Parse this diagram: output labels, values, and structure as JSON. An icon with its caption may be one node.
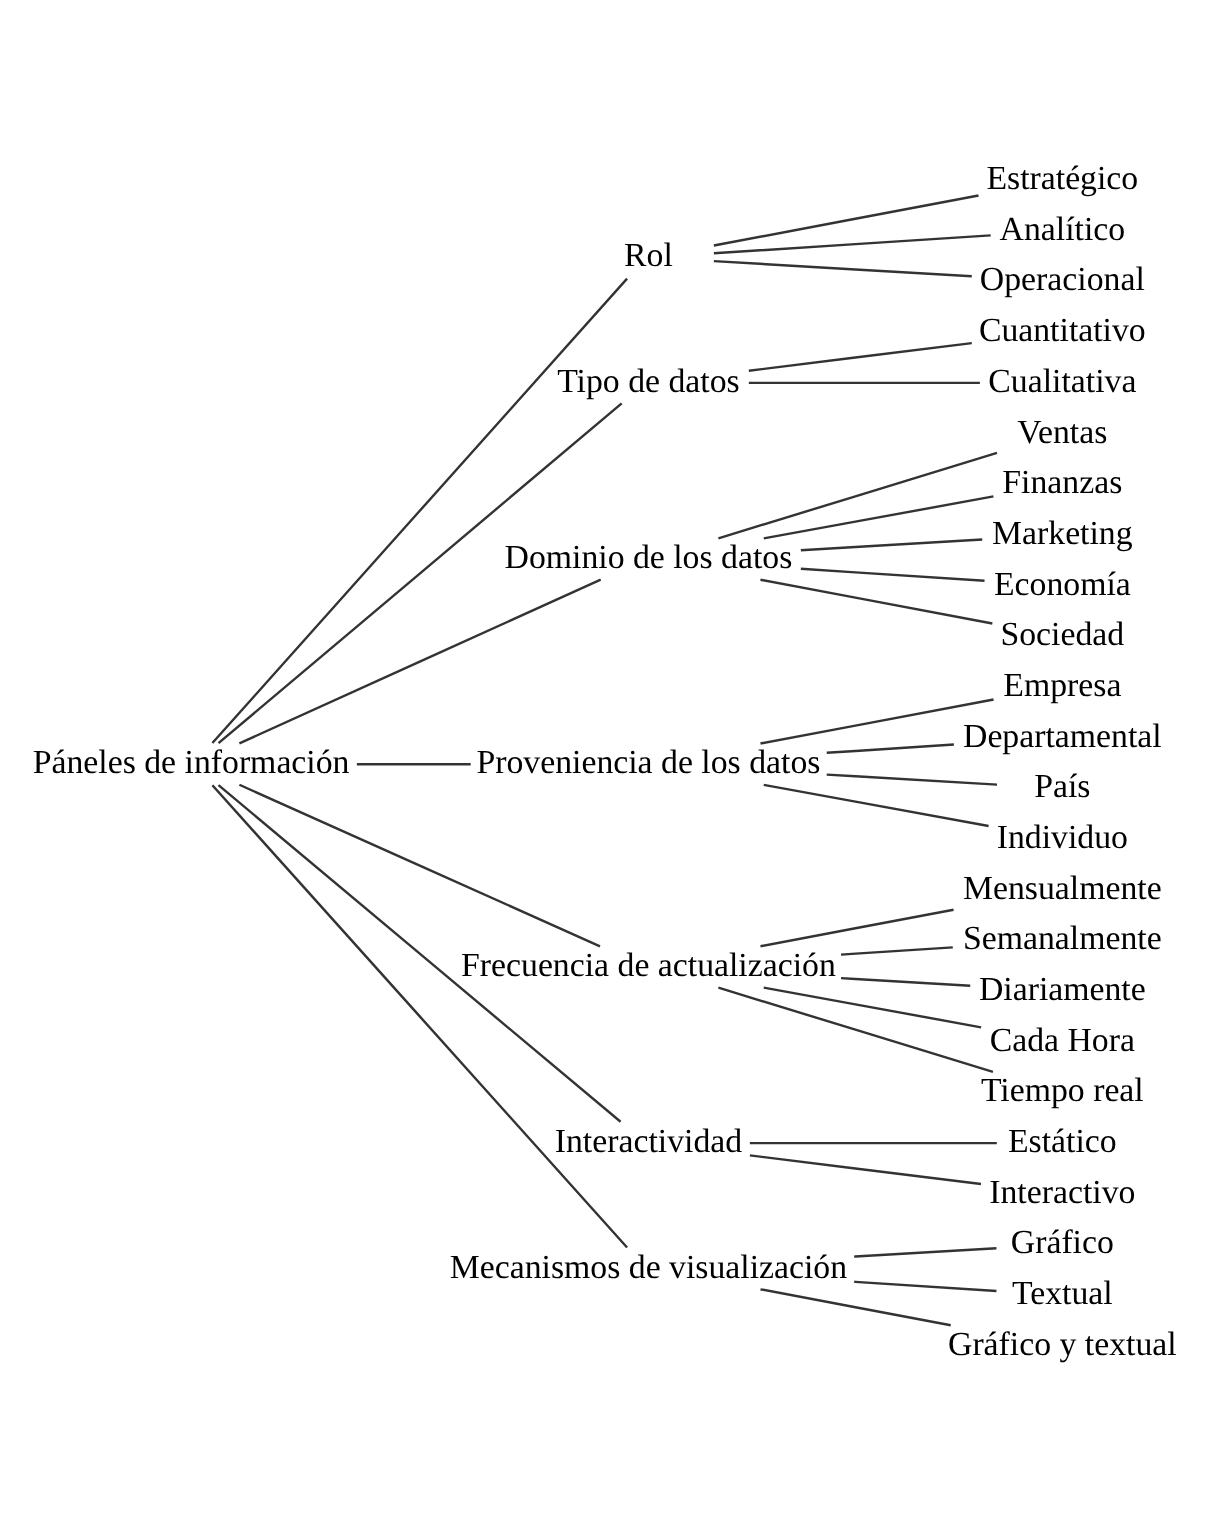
{
  "diagram": {
    "nodes": [
      {
        "text": [
          "Páneles de información"
        ]
      },
      {
        "text": [
          "Rol"
        ]
      },
      {
        "text": [
          "Estratégico"
        ]
      },
      {
        "text": [
          "Analítico"
        ]
      },
      {
        "text": [
          "Operacional"
        ]
      },
      {
        "text": [
          "Tipo de datos"
        ]
      },
      {
        "text": [
          "Cuantitativo"
        ]
      },
      {
        "text": [
          "Cualitativa"
        ]
      },
      {
        "text": [
          "Dominio de los datos"
        ]
      },
      {
        "text": [
          "Ventas"
        ]
      },
      {
        "text": [
          "Finanzas"
        ]
      },
      {
        "text": [
          "Marketing"
        ]
      },
      {
        "text": [
          "Economía"
        ]
      },
      {
        "text": [
          "Sociedad"
        ]
      },
      {
        "text": [
          "Proveniencia de los datos"
        ]
      },
      {
        "text": [
          "Empresa"
        ]
      },
      {
        "text": [
          "Departamental"
        ]
      },
      {
        "text": [
          "País"
        ]
      },
      {
        "text": [
          "Individuo"
        ]
      },
      {
        "text": [
          "Frecuencia de actualización"
        ]
      },
      {
        "text": [
          "Mensualmente"
        ]
      },
      {
        "text": [
          "Semanalmente"
        ]
      },
      {
        "text": [
          "Diariamente"
        ]
      },
      {
        "text": [
          "Cada Hora"
        ]
      },
      {
        "text": [
          "Tiempo real"
        ]
      },
      {
        "text": [
          "Interactividad"
        ]
      },
      {
        "text": [
          "Estático"
        ]
      },
      {
        "text": [
          "Interactivo"
        ]
      },
      {
        "text": [
          "Mecanismos de visualización"
        ]
      },
      {
        "text": [
          "Gráfico"
        ]
      },
      {
        "text": [
          "Textual"
        ]
      },
      {
        "text": [
          "Gráfico y textual"
        ]
      }
    ],
    "edges": [
      {
        "from": 0,
        "to": 1,
        "arrow": "none"
      },
      {
        "from": 0,
        "to": 5,
        "arrow": "none"
      },
      {
        "from": 0,
        "to": 8,
        "arrow": "none"
      },
      {
        "from": 0,
        "to": 14,
        "arrow": "none"
      },
      {
        "from": 0,
        "to": 19,
        "arrow": "none"
      },
      {
        "from": 0,
        "to": 25,
        "arrow": "none"
      },
      {
        "from": 0,
        "to": 28,
        "arrow": "none"
      },
      {
        "from": 1,
        "to": 2,
        "arrow": "none"
      },
      {
        "from": 1,
        "to": 3,
        "arrow": "none"
      },
      {
        "from": 1,
        "to": 4,
        "arrow": "none"
      },
      {
        "from": 5,
        "to": 6,
        "arrow": "none"
      },
      {
        "from": 5,
        "to": 7,
        "arrow": "none"
      },
      {
        "from": 8,
        "to": 9,
        "arrow": "none"
      },
      {
        "from": 8,
        "to": 10,
        "arrow": "none"
      },
      {
        "from": 8,
        "to": 11,
        "arrow": "none"
      },
      {
        "from": 8,
        "to": 12,
        "arrow": "none"
      },
      {
        "from": 8,
        "to": 13,
        "arrow": "none"
      },
      {
        "from": 14,
        "to": 15,
        "arrow": "none"
      },
      {
        "from": 14,
        "to": 16,
        "arrow": "none"
      },
      {
        "from": 14,
        "to": 17,
        "arrow": "none"
      },
      {
        "from": 14,
        "to": 18,
        "arrow": "none"
      },
      {
        "from": 19,
        "to": 20,
        "arrow": "none"
      },
      {
        "from": 19,
        "to": 21,
        "arrow": "none"
      },
      {
        "from": 19,
        "to": 22,
        "arrow": "none"
      },
      {
        "from": 19,
        "to": 23,
        "arrow": "none"
      },
      {
        "from": 19,
        "to": 24,
        "arrow": "none"
      },
      {
        "from": 25,
        "to": 26,
        "arrow": "none"
      },
      {
        "from": 25,
        "to": 27,
        "arrow": "none"
      },
      {
        "from": 28,
        "to": 29,
        "arrow": "none"
      },
      {
        "from": 28,
        "to": 30,
        "arrow": "none"
      },
      {
        "from": 28,
        "to": 31,
        "arrow": "none"
      }
    ]
  }
}
